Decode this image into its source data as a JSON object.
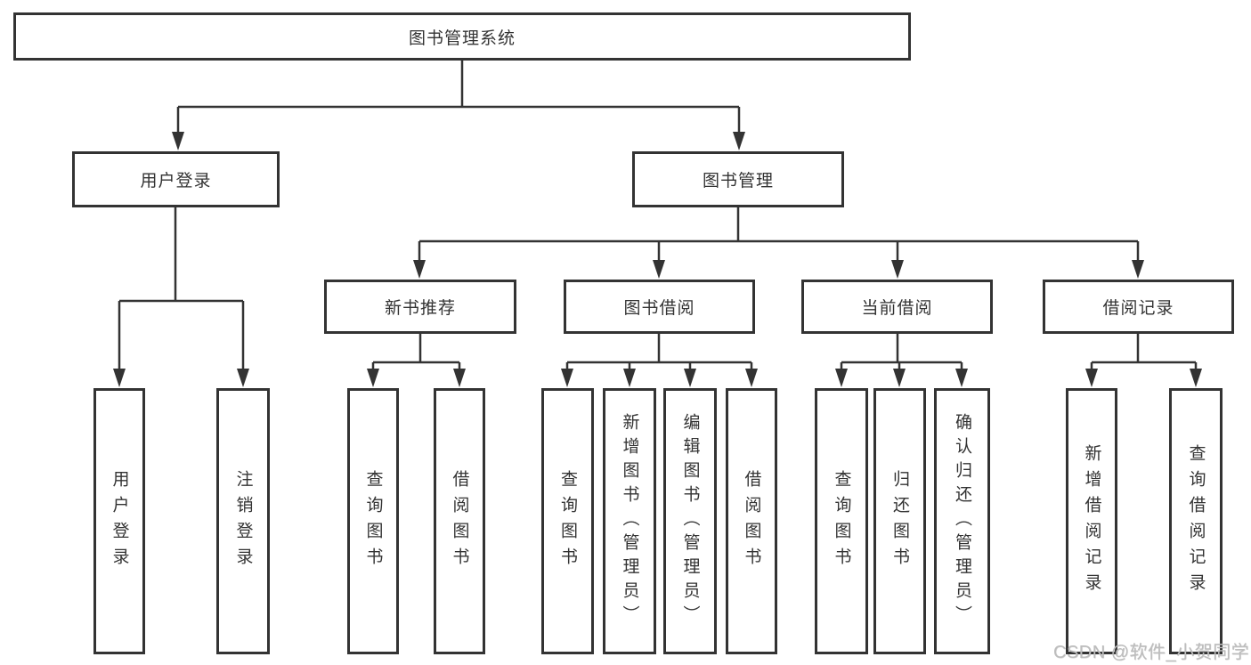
{
  "tree": {
    "root": {
      "label": "图书管理系统"
    },
    "level2": [
      {
        "label": "用户登录"
      },
      {
        "label": "图书管理"
      }
    ],
    "level3": [
      {
        "label": "新书推荐"
      },
      {
        "label": "图书借阅"
      },
      {
        "label": "当前借阅"
      },
      {
        "label": "借阅记录"
      }
    ],
    "leaves": {
      "user_login": [
        {
          "label": "用户登录"
        },
        {
          "label": "注销登录"
        }
      ],
      "new_books": [
        {
          "label": "查询图书"
        },
        {
          "label": "借阅图书"
        }
      ],
      "book_borrow": [
        {
          "label": "查询图书"
        },
        {
          "label": "新增图书（管理员）"
        },
        {
          "label": "编辑图书（管理员）"
        },
        {
          "label": "借阅图书"
        }
      ],
      "current_borrow": [
        {
          "label": "查询图书"
        },
        {
          "label": "归还图书"
        },
        {
          "label": "确认归还（管理员）"
        }
      ],
      "borrow_records": [
        {
          "label": "新增借阅记录"
        },
        {
          "label": "查询借阅记录"
        }
      ]
    }
  },
  "watermark": {
    "text": "CSDN @软件_小贺同学"
  },
  "colors": {
    "line": "#333333",
    "box_border": "#333333",
    "text": "#333333",
    "watermark": "#bdbdbd",
    "background": "#ffffff"
  }
}
